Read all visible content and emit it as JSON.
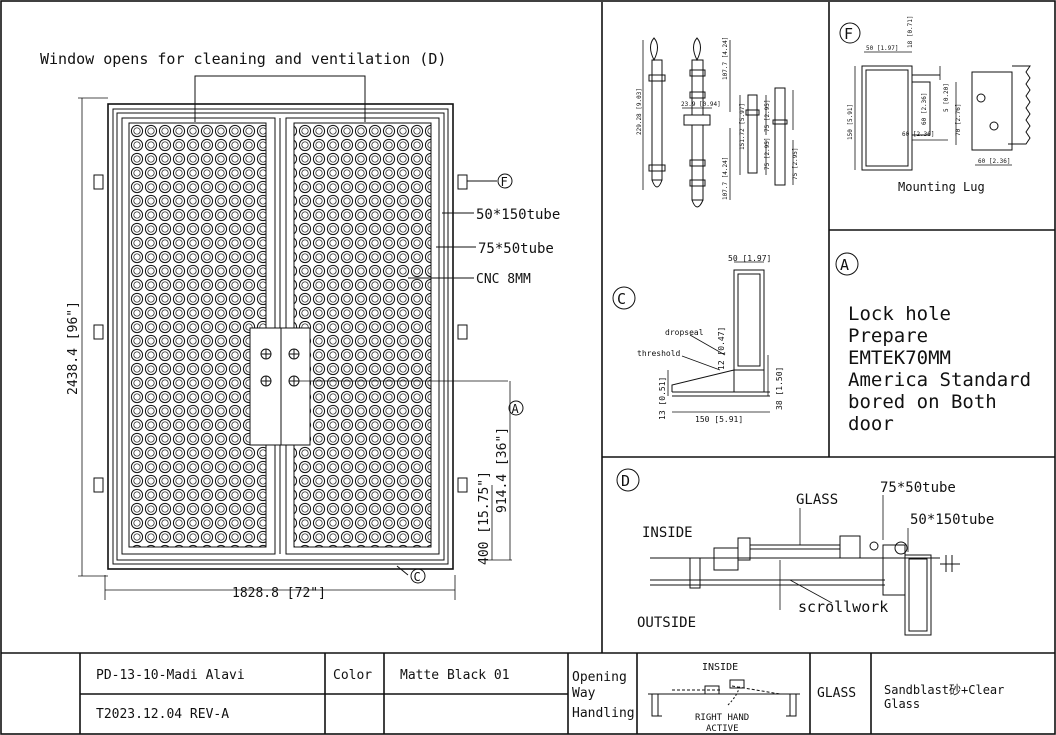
{
  "main_view": {
    "top_note": "Window opens for cleaning and ventilation (D)",
    "callout_f": "F",
    "callout_a": "A",
    "callout_c": "C",
    "label_outer_tube": "50*150tube",
    "label_inner_tube": "75*50tube",
    "label_cnc": "CNC 8MM",
    "dim_height": "2438.4 [96\"]",
    "dim_width": "1828.8 [72\"]",
    "dim_lock_height": "914.4 [36\"]",
    "dim_bottom": "400 [15.75\"]"
  },
  "hinge_detail": {
    "dims": [
      "229.28 [9.03]",
      "107.7 [4.24]",
      "23.9 [0.94]",
      "107.7 [4.24]",
      "151.72 [5.97]",
      "75 [2.95]",
      "75 [2.95]",
      "75 [2.95]"
    ]
  },
  "detail_f": {
    "callout": "F",
    "label": "Mounting Lug",
    "dims": [
      "50 [1.97]",
      "18 [0.71]",
      "150 [5.91]",
      "60 [2.36]",
      "60 [2.36]",
      "70 [2.76]",
      "5 [0.20]",
      "60 [2.36]"
    ]
  },
  "detail_a": {
    "callout": "A",
    "lines": [
      "Lock hole",
      "Prepare",
      "EMTEK70MM",
      "America Standard",
      "bored on Both",
      "door"
    ]
  },
  "detail_c": {
    "callout": "C",
    "dim_top": "50 [1.97]",
    "label_dropseal": "dropseal",
    "label_threshold": "threshold",
    "dim_12": "12 [0.47]",
    "dim_13": "13 [0.51]",
    "dim_38": "38 [1.50]",
    "dim_150": "150 [5.91]"
  },
  "detail_d": {
    "callout": "D",
    "label_glass": "GLASS",
    "label_inner_tube": "75*50tube",
    "label_outer_tube": "50*150tube",
    "label_inside": "INSIDE",
    "label_outside": "OUTSIDE",
    "label_scrollwork": "scrollwork"
  },
  "title_block": {
    "project": "PD-13-10-Madi Alavi",
    "revision": "T2023.12.04 REV-A",
    "color_label": "Color",
    "color_value": "Matte Black 01",
    "opening_label": [
      "Opening",
      "Way",
      "Handling"
    ],
    "opening_inside": "INSIDE",
    "opening_note": [
      "RIGHT HAND",
      "ACTIVE"
    ],
    "glass_label": "GLASS",
    "glass_value": [
      "Sandblast砂+Clear",
      "Glass"
    ]
  }
}
